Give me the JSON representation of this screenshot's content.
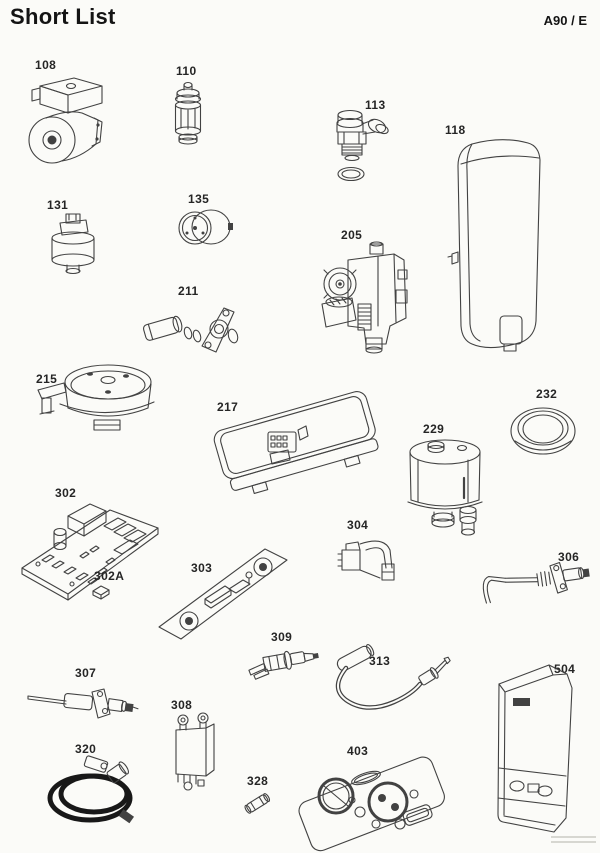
{
  "header": {
    "title": "Short List",
    "model": "A90 / E"
  },
  "colors": {
    "ink": "#424242",
    "paper": "#fbfbf8"
  },
  "parts": {
    "p108": {
      "label": "108",
      "kind": "pump"
    },
    "p110": {
      "label": "110",
      "kind": "air-vent"
    },
    "p113": {
      "label": "113",
      "kind": "valve-with-o-ring"
    },
    "p118": {
      "label": "118",
      "kind": "expansion-vessel"
    },
    "p131": {
      "label": "131",
      "kind": "pressure-switch"
    },
    "p135": {
      "label": "135",
      "kind": "gauge"
    },
    "p205": {
      "label": "205",
      "kind": "gas-valve"
    },
    "p211": {
      "label": "211",
      "kind": "venturi-assembly"
    },
    "p215": {
      "label": "215",
      "kind": "fan"
    },
    "p217": {
      "label": "217",
      "kind": "burner-air-box"
    },
    "p229": {
      "label": "229",
      "kind": "condensate-trap"
    },
    "p232": {
      "label": "232",
      "kind": "seal-ring"
    },
    "p302": {
      "label": "302",
      "kind": "main-pcb"
    },
    "p302A": {
      "label": "302A",
      "kind": "small-component"
    },
    "p303": {
      "label": "303",
      "kind": "small-pcb"
    },
    "p304": {
      "label": "304",
      "kind": "clip-sensor"
    },
    "p306": {
      "label": "306",
      "kind": "electrode"
    },
    "p307": {
      "label": "307",
      "kind": "electrode"
    },
    "p308": {
      "label": "308",
      "kind": "ignition-transformer"
    },
    "p309": {
      "label": "309",
      "kind": "probe-sensor"
    },
    "p313": {
      "label": "313",
      "kind": "cable-lead"
    },
    "p320": {
      "label": "320",
      "kind": "ignition-cable"
    },
    "p328": {
      "label": "328",
      "kind": "fuse"
    },
    "p403": {
      "label": "403",
      "kind": "gasket-kit"
    },
    "p504": {
      "label": "504",
      "kind": "front-case-panel"
    }
  }
}
